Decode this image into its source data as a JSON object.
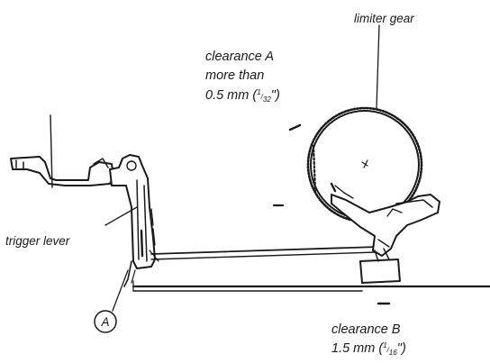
{
  "labels": {
    "limiter_gear": "limiter gear",
    "clearance_a_line1": "clearance A",
    "clearance_a_line2": "more than",
    "clearance_a_line3_prefix": "0.5 mm (",
    "clearance_a_frac_num": "1",
    "clearance_a_frac_den": "32",
    "clearance_a_suffix": "\")",
    "trigger_lever": "trigger lever",
    "marker_a": "A",
    "clearance_b_line1": "clearance B",
    "clearance_b_line2_prefix": "1.5 mm (",
    "clearance_b_frac_num": "1",
    "clearance_b_frac_den": "16",
    "clearance_b_suffix": "\")"
  },
  "colors": {
    "ink": "#1a1a1a",
    "background": "#ffffff"
  }
}
